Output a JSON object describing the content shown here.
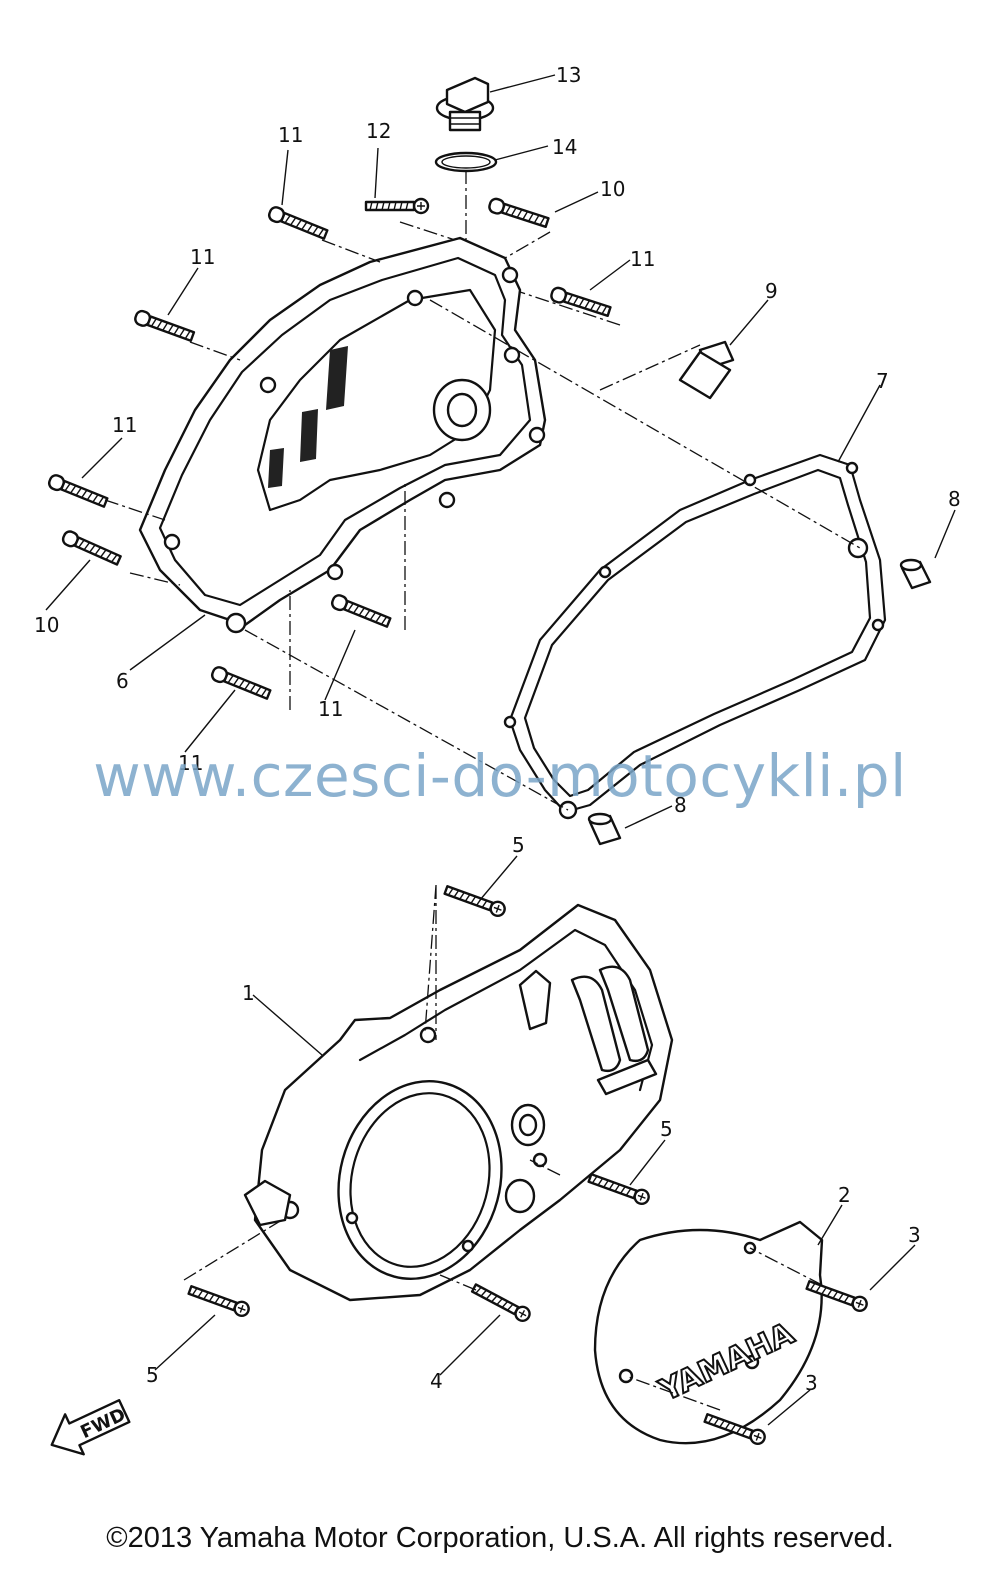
{
  "watermark": "www.czesci-do-motocykli.pl",
  "copyright": "©2013 Yamaha Motor Corporation, U.S.A. All rights reserved.",
  "brand_mark": "YAMAHA",
  "fwd_mark": "FWD",
  "callouts": {
    "c1": "1",
    "c2": "2",
    "c3a": "3",
    "c3b": "3",
    "c4": "4",
    "c5a": "5",
    "c5b": "5",
    "c5c": "5",
    "c6": "6",
    "c7": "7",
    "c8a": "8",
    "c8b": "8",
    "c9": "9",
    "c10a": "10",
    "c10b": "10",
    "c11a": "11",
    "c11b": "11",
    "c11c": "11",
    "c11d": "11",
    "c11e": "11",
    "c11f": "11",
    "c12": "12",
    "c13": "13",
    "c14": "14"
  }
}
